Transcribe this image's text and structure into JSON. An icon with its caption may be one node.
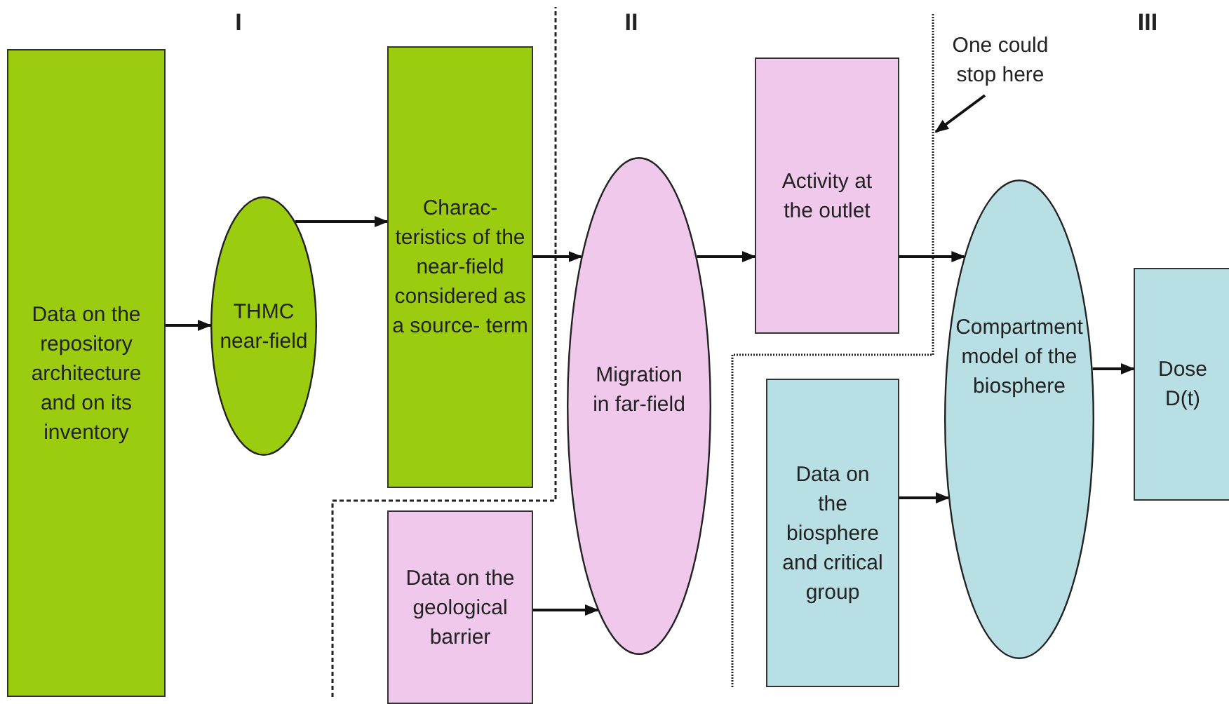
{
  "diagram": {
    "nodes": [
      {
        "text": [
          "Data on the repository architecture and on its inventory"
        ]
      },
      {
        "text": [
          "THMC near-field"
        ]
      },
      {
        "text": [
          "Charac- teristics of the near-field considered as a source- term"
        ]
      },
      {
        "text": [
          "Data on the geological barrier"
        ]
      },
      {
        "text": [
          "Migration in far-field"
        ]
      },
      {
        "text": [
          "Activity at the outlet"
        ]
      },
      {
        "text": [
          "Data on the biosphere and critical group"
        ]
      },
      {
        "text": [
          "Compartment model of the biosphere"
        ]
      },
      {
        "text": [
          "Dose D(t)"
        ]
      },
      {
        "text": [
          "One could stop here"
        ]
      }
    ],
    "edges": [
      {
        "from": 0,
        "to": 1,
        "arrow": "to"
      },
      {
        "from": 1,
        "to": 2,
        "arrow": "to"
      },
      {
        "from": 2,
        "to": 4,
        "arrow": "to"
      },
      {
        "from": 3,
        "to": 4,
        "arrow": "to"
      },
      {
        "from": 4,
        "to": 5,
        "arrow": "to"
      },
      {
        "from": 5,
        "to": 7,
        "arrow": "to"
      },
      {
        "from": 6,
        "to": 7,
        "arrow": "to"
      },
      {
        "from": 7,
        "to": 8,
        "arrow": "to"
      },
      {
        "from": 9,
        "to": null,
        "arrow": "to"
      }
    ],
    "labels": [
      "I",
      "II",
      "III"
    ]
  }
}
